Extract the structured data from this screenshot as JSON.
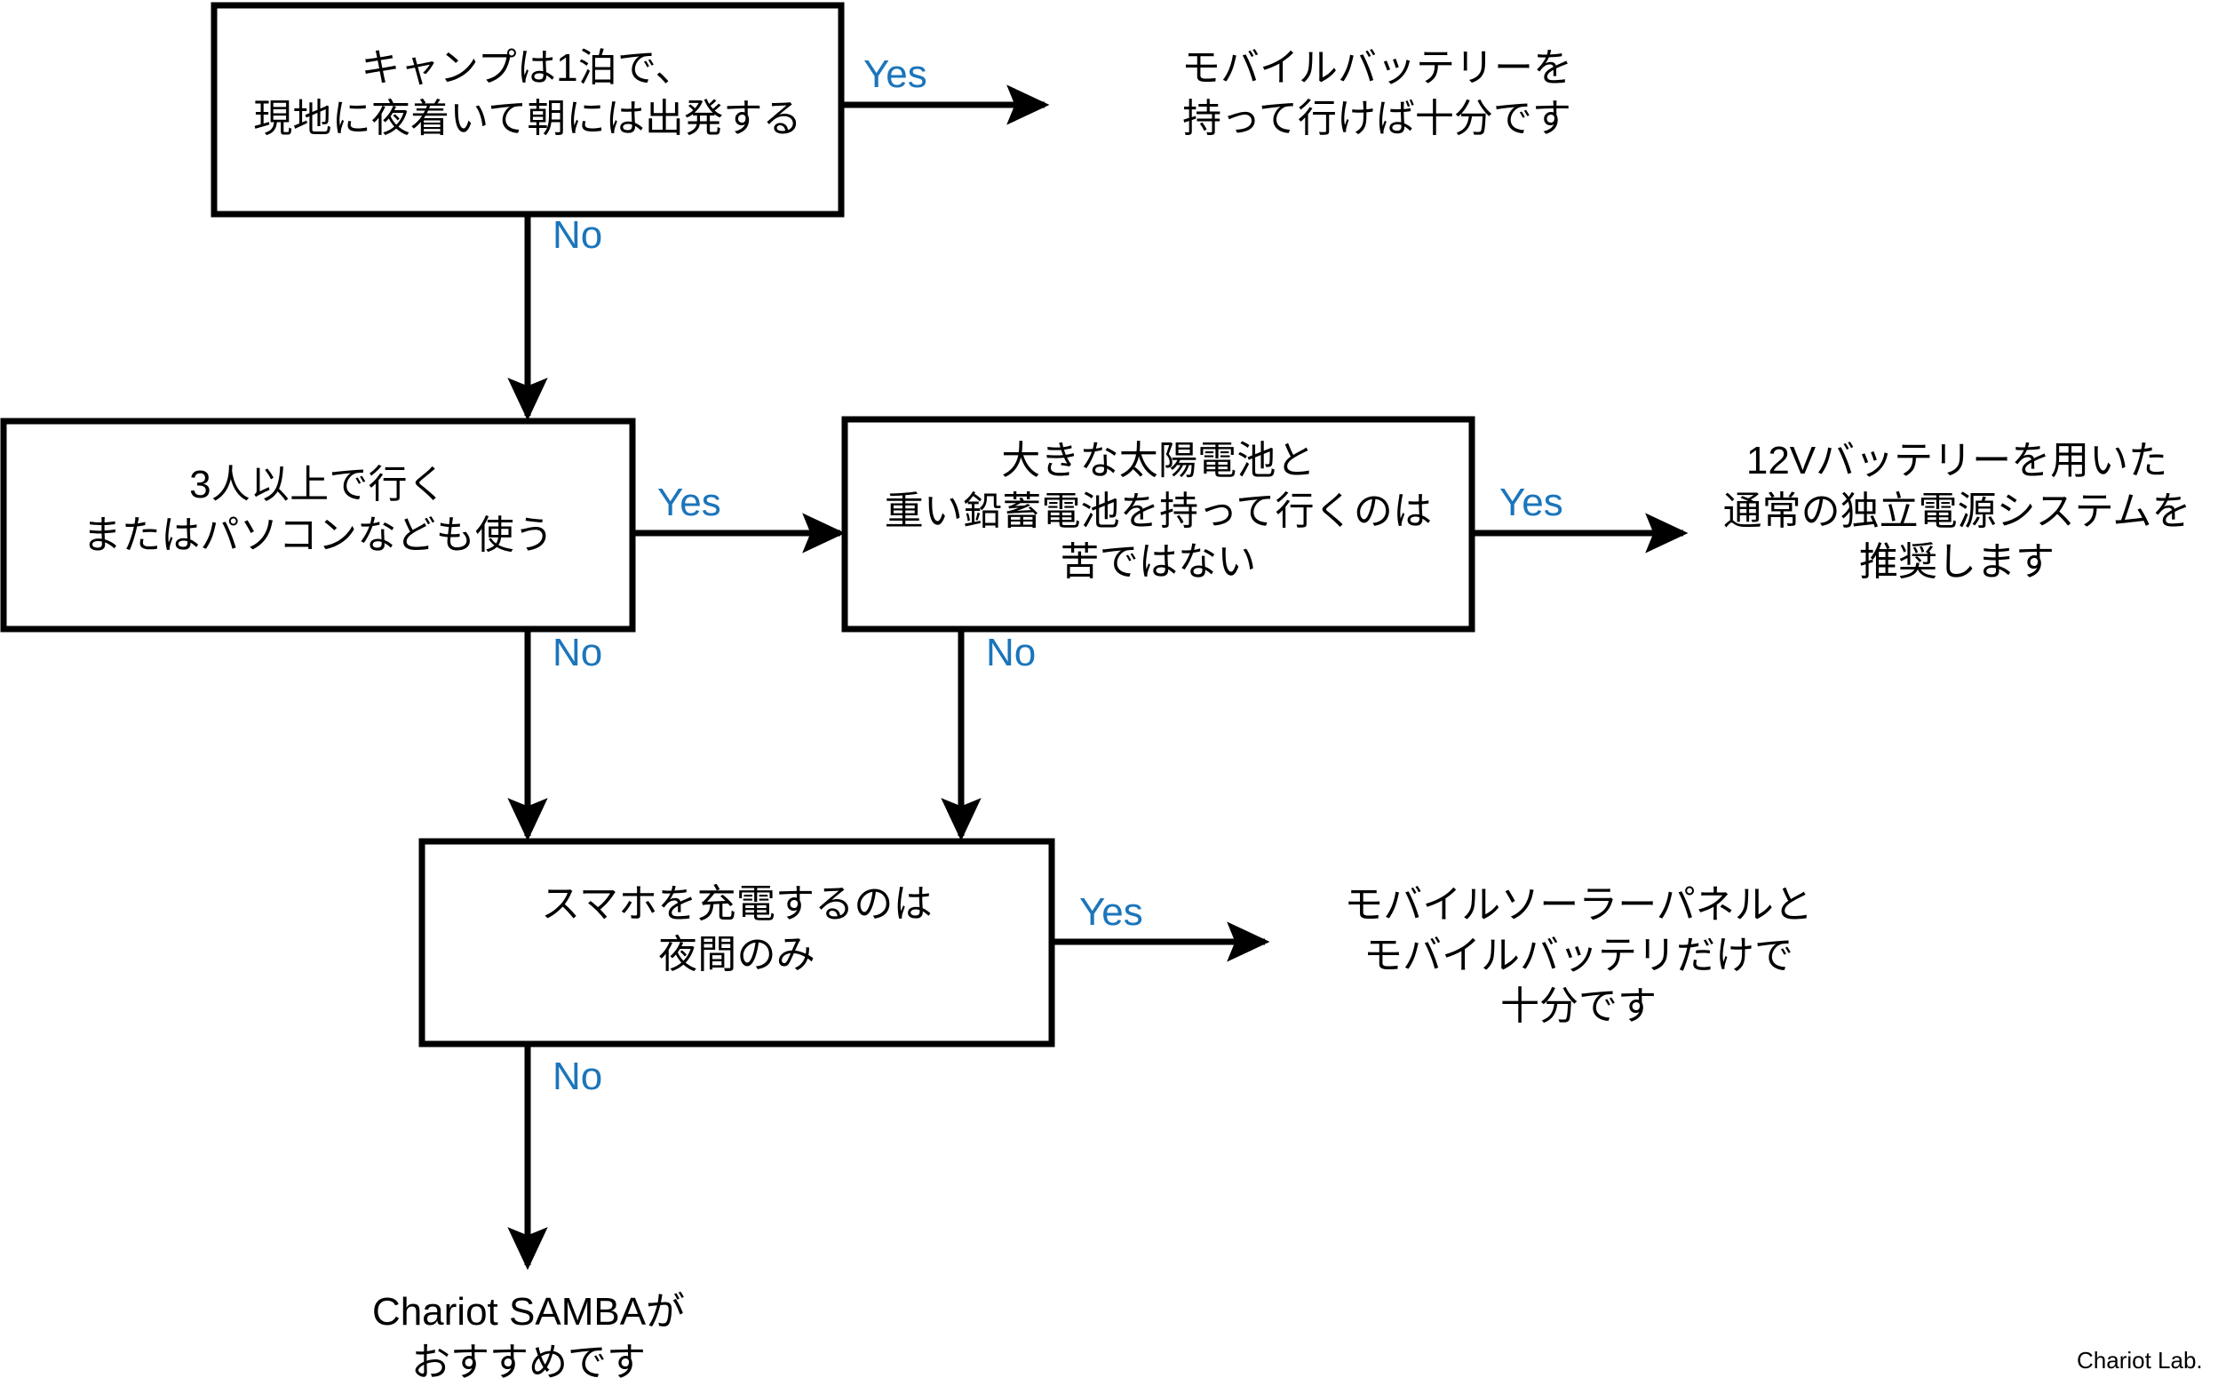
{
  "diagram": {
    "title": "camping-power-selection-flowchart",
    "background_color": "#ffffff",
    "line_color": "#000000",
    "label_color": "#1b75bb",
    "text_color": "#000000"
  },
  "nodes": {
    "q1": {
      "type": "decision-box",
      "text": "キャンプは1泊で、\n現地に夜着いて朝には出発する"
    },
    "q2": {
      "type": "decision-box",
      "text": "3人以上で行く\nまたはパソコンなども使う"
    },
    "q3": {
      "type": "decision-box",
      "text": "大きな太陽電池と\n重い鉛蓄電池を持って行くのは\n苦ではない"
    },
    "q4": {
      "type": "decision-box",
      "text": "スマホを充電するのは\n夜間のみ"
    },
    "r1": {
      "type": "outcome-text",
      "text": "モバイルバッテリーを\n持って行けば十分です"
    },
    "r2": {
      "type": "outcome-text",
      "text": "12Vバッテリーを用いた\n通常の独立電源システムを\n推奨します"
    },
    "r3": {
      "type": "outcome-text",
      "text": "モバイルソーラーパネルと\nモバイルバッテリだけで\n十分です"
    },
    "r4": {
      "type": "outcome-text",
      "text": "Chariot SAMBAが\nおすすめです"
    }
  },
  "edges": {
    "q1_yes": "Yes",
    "q1_no": "No",
    "q2_yes": "Yes",
    "q2_no": "No",
    "q3_yes": "Yes",
    "q3_no": "No",
    "q4_yes": "Yes",
    "q4_no": "No"
  },
  "footer": {
    "credit": "Chariot Lab."
  }
}
